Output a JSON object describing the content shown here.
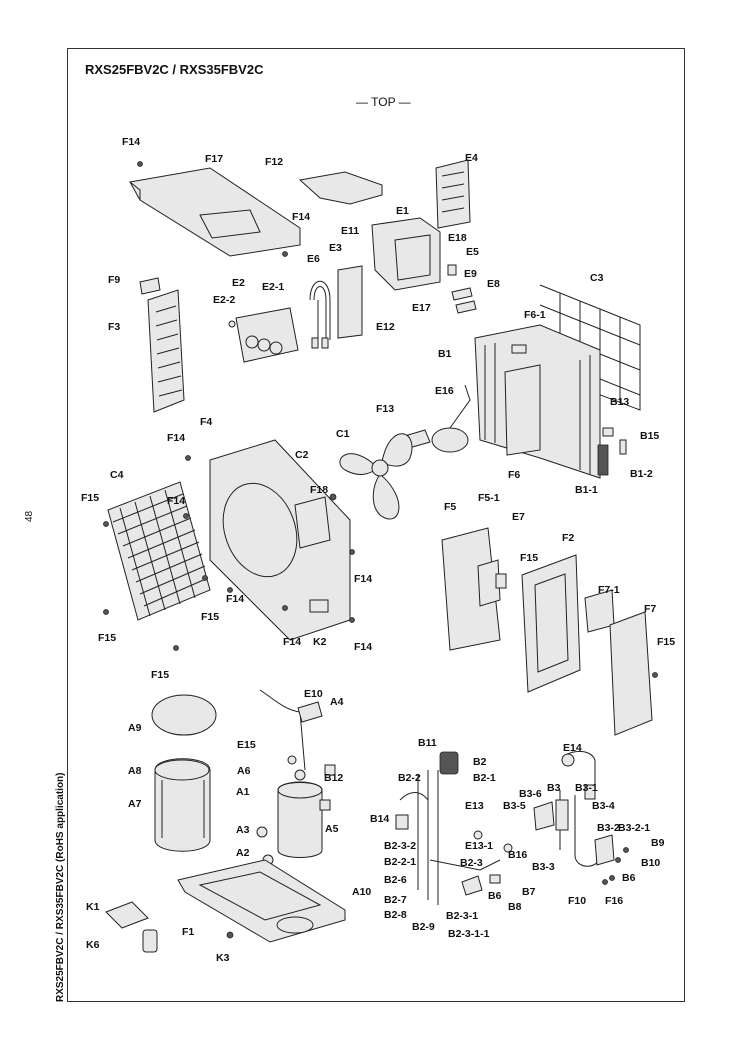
{
  "title": "RXS25FBV2C / RXS35FBV2C",
  "view_label": "— TOP —",
  "page_number": "48",
  "side_caption": "RXS25FBV2C / RXS35FBV2C (RoHS application)",
  "part_labels": [
    "F14",
    "F17",
    "F12",
    "E4",
    "F14",
    "E11",
    "E1",
    "E18",
    "E6",
    "E3",
    "E5",
    "E9",
    "E8",
    "E2",
    "E2-1",
    "E2-2",
    "F9",
    "E17",
    "E12",
    "C3",
    "F6-1",
    "F3",
    "B1",
    "E16",
    "F13",
    "B13",
    "C1",
    "B15",
    "F14",
    "F4",
    "C2",
    "F6",
    "B1-2",
    "B1-1",
    "C4",
    "F18",
    "F15",
    "F14",
    "F5",
    "F5-1",
    "E7",
    "F2",
    "F15",
    "F7-1",
    "F7",
    "F14",
    "F14",
    "F15",
    "F14",
    "F15",
    "K2",
    "F14",
    "F15",
    "F15",
    "E10",
    "A4",
    "A9",
    "E15",
    "A6",
    "B12",
    "A8",
    "A1",
    "A7",
    "A5",
    "A3",
    "A2",
    "A10",
    "F1",
    "K1",
    "K6",
    "K3",
    "B11",
    "B2",
    "B2-1",
    "B2-2",
    "E13",
    "B14",
    "B2-3-2",
    "E13-1",
    "B2-2-1",
    "B2-3",
    "B16",
    "B2-6",
    "B2-7",
    "B2-8",
    "B2-9",
    "B2-3-1",
    "B2-3-1-1",
    "B6",
    "B7",
    "B8",
    "E14",
    "B3",
    "B3-6",
    "B3-1",
    "B3-4",
    "B3-5",
    "B3-3",
    "B3-2",
    "B3-2-1",
    "B9",
    "B10",
    "B6",
    "F10",
    "F16"
  ]
}
